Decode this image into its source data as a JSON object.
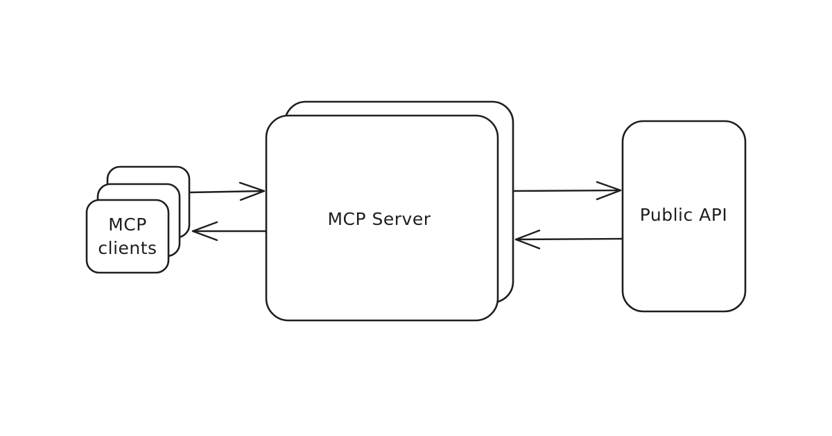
{
  "diagram": {
    "nodes": {
      "clients": {
        "label_line1": "MCP",
        "label_line2": "clients"
      },
      "server": {
        "label": "MCP Server"
      },
      "api": {
        "label": "Public API"
      }
    },
    "edges": [
      {
        "from": "clients",
        "to": "server"
      },
      {
        "from": "server",
        "to": "clients"
      },
      {
        "from": "server",
        "to": "api"
      },
      {
        "from": "api",
        "to": "server"
      }
    ],
    "colors": {
      "stroke": "#1e1e1e",
      "background": "#ffffff"
    }
  }
}
